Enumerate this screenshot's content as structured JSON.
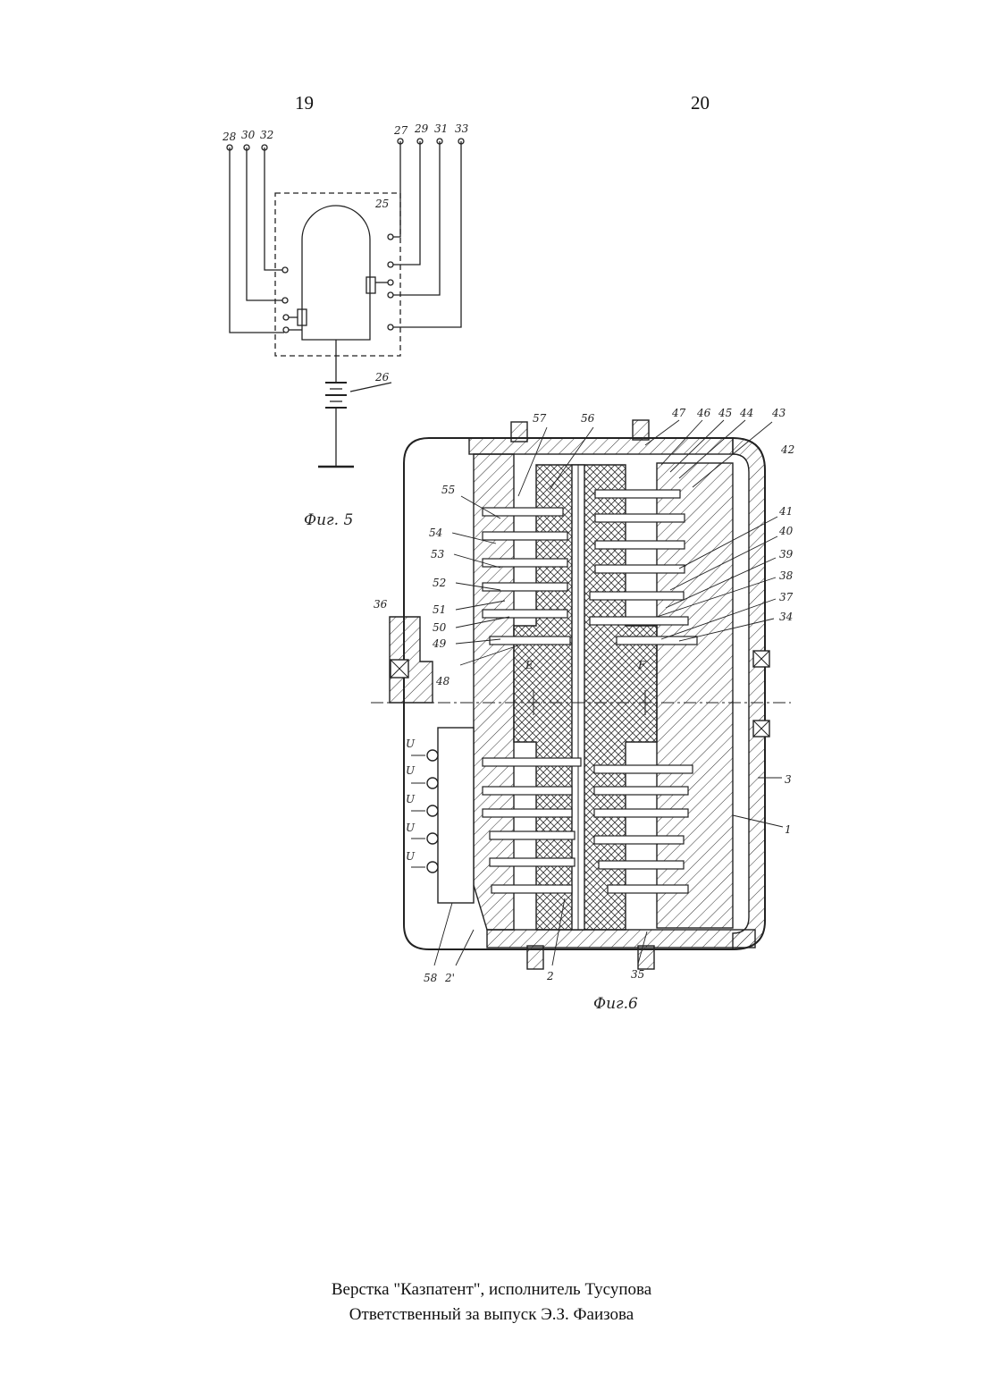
{
  "page": {
    "left_number": "19",
    "right_number": "20"
  },
  "fig5": {
    "caption": "Фиг. 5",
    "labels": {
      "l28": "28",
      "l30": "30",
      "l32": "32",
      "l27": "27",
      "l29": "29",
      "l31": "31",
      "l33": "33",
      "l25": "25",
      "l26": "26"
    }
  },
  "fig6": {
    "caption": "Фиг.6",
    "labels": {
      "l57": "57",
      "l56": "56",
      "l47": "47",
      "l46": "46",
      "l45": "45",
      "l44": "44",
      "l43": "43",
      "l42": "42",
      "l55": "55",
      "l54": "54",
      "l53": "53",
      "l52": "52",
      "l51": "51",
      "l50": "50",
      "l49": "49",
      "l48": "48",
      "l41": "41",
      "l40": "40",
      "l39": "39",
      "l38": "38",
      "l37": "37",
      "l34": "34",
      "l36": "36",
      "lE": "E",
      "lF": "F",
      "l3": "3",
      "l1": "1",
      "l58": "58",
      "l2p": "2'",
      "l2": "2",
      "l35": "35",
      "u1": "U",
      "u2": "U",
      "u3": "U",
      "u4": "U",
      "u5": "U"
    }
  },
  "footer": {
    "line1": "Верстка \"Казпатент\", исполнитель Тусупова",
    "line2": "Ответственный  за выпуск  Э.З. Фаизова"
  }
}
